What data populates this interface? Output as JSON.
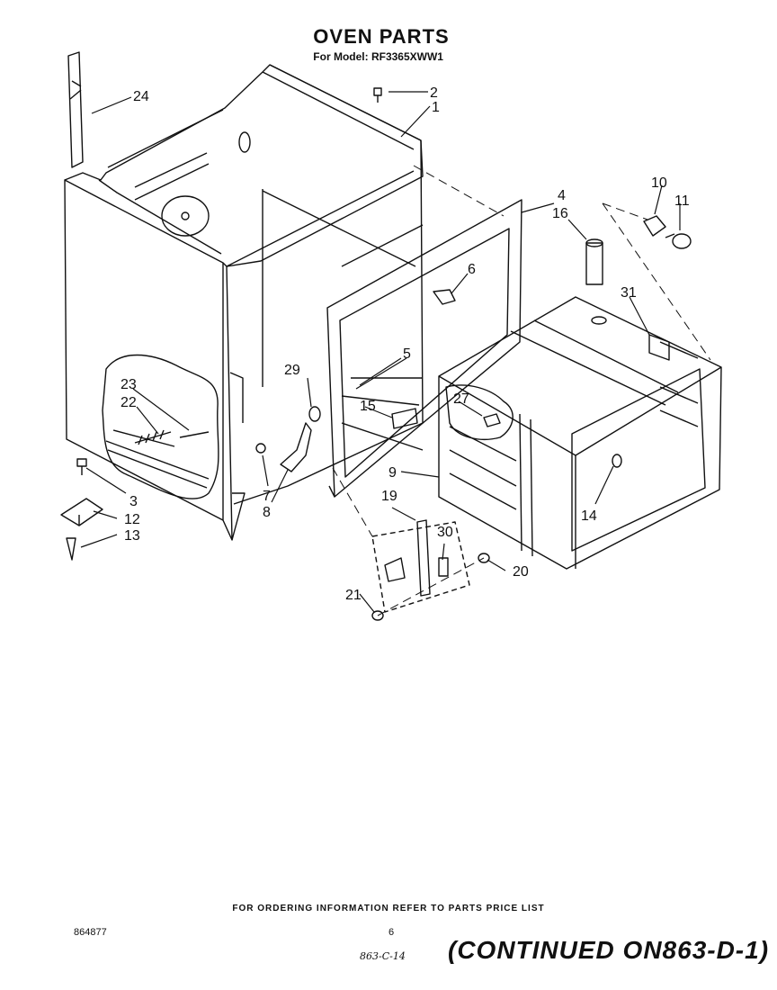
{
  "title": "OVEN PARTS",
  "subtitle": "For Model: RF3365XWW1",
  "callouts": [
    {
      "id": "c24",
      "label": "24"
    },
    {
      "id": "c2",
      "label": "2"
    },
    {
      "id": "c1",
      "label": "1"
    },
    {
      "id": "c4",
      "label": "4"
    },
    {
      "id": "c16",
      "label": "16"
    },
    {
      "id": "c10",
      "label": "10"
    },
    {
      "id": "c11",
      "label": "11"
    },
    {
      "id": "c6",
      "label": "6"
    },
    {
      "id": "c31",
      "label": "31"
    },
    {
      "id": "c5",
      "label": "5"
    },
    {
      "id": "c29",
      "label": "29"
    },
    {
      "id": "c15",
      "label": "15"
    },
    {
      "id": "c27",
      "label": "27"
    },
    {
      "id": "c23",
      "label": "23"
    },
    {
      "id": "c22",
      "label": "22"
    },
    {
      "id": "c3",
      "label": "3"
    },
    {
      "id": "c12",
      "label": "12"
    },
    {
      "id": "c13",
      "label": "13"
    },
    {
      "id": "c7",
      "label": "7"
    },
    {
      "id": "c8",
      "label": "8"
    },
    {
      "id": "c9",
      "label": "9"
    },
    {
      "id": "c19",
      "label": "19"
    },
    {
      "id": "c30",
      "label": "30"
    },
    {
      "id": "c20",
      "label": "20"
    },
    {
      "id": "c21",
      "label": "21"
    },
    {
      "id": "c14",
      "label": "14"
    }
  ],
  "footer_note": "FOR ORDERING INFORMATION REFER TO PARTS PRICE LIST",
  "doc_number": "864877",
  "page_number": "6",
  "ref_code": "863-C-14",
  "continued": "(CONTINUED ON863-D-1)"
}
